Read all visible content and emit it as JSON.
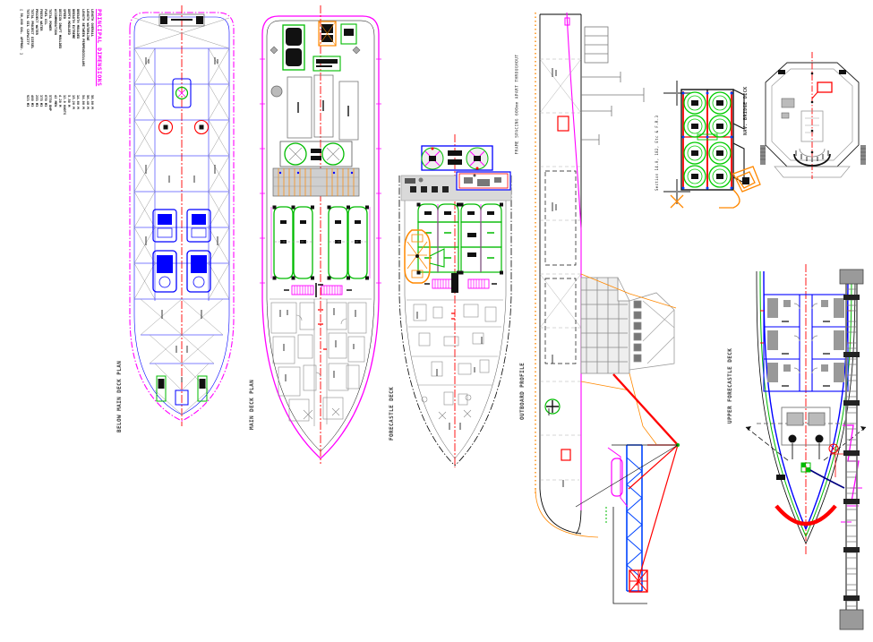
{
  "drawing": {
    "background": "#ffffff",
    "principal_dimensions": {
      "title": "PRINCIPAL DIMENSIONS",
      "items": [
        {
          "label": "LENGTH OVERALL",
          "value": "58.00 M"
        },
        {
          "label": "LENGTH WATERLINE",
          "value": "56.40 M"
        },
        {
          "label": "LENGTH BETWEEN PERPENDICULARS",
          "value": "54.00 M"
        },
        {
          "label": "BREADTH MOULDED",
          "value": "14.60 M"
        },
        {
          "label": "BREADTH EXTREME",
          "value": "15.20 M"
        },
        {
          "label": "DEPTH MOULDED",
          "value": "5.50 M"
        },
        {
          "label": "SPEED",
          "value": "12.0 KNOTS"
        },
        {
          "label": "DESIGN DRAFT MOULDED",
          "value": "4.20 M"
        },
        {
          "label": "ACCOMMODATION",
          "value": "42 MEN"
        },
        {
          "label": "TOTAL POWER",
          "value": "5750 BHP"
        },
        {
          "label": "FUEL OIL",
          "value": "670 M3"
        },
        {
          "label": "FRESH WATER",
          "value": "375 M3"
        },
        {
          "label": "PROJECT WATER",
          "value": "253 M3"
        },
        {
          "label": "TOTAL PROJECT DIESEL",
          "value": "400 M3"
        },
        {
          "label": "TOTAL OIL CAPACITY",
          "value": "923 M3"
        }
      ],
      "note": "[ 50,000 GAL. APPROX. ]"
    },
    "views": {
      "below_main_deck": {
        "label": "BELOW MAIN DECK PLAN"
      },
      "main_deck": {
        "label": "MAIN DECK PLAN"
      },
      "forecastle_deck": {
        "label": "FORECASTLE DECK"
      },
      "outboard_profile": {
        "label": "OUTBOARD PROFILE",
        "frame_note": "FRAME SPACING 600mm APART THROUGHOUT"
      },
      "upper_forecastle_deck": {
        "label": "UPPER FORECASTLE DECK"
      },
      "nav_bridge_deck": {
        "label": "NAV. BRIDGE DECK"
      },
      "winch_detail": {
        "caption": "Section 14.0, 182, Etc & F.R.3"
      }
    },
    "colors": {
      "hull_outline_magenta": "#ff00ff",
      "structure_blue": "#0000ff",
      "centerline_red": "#ff0000",
      "equipment_green": "#00bb00",
      "crane_orange": "#ff8800",
      "machinery_gray": "#909090"
    }
  }
}
